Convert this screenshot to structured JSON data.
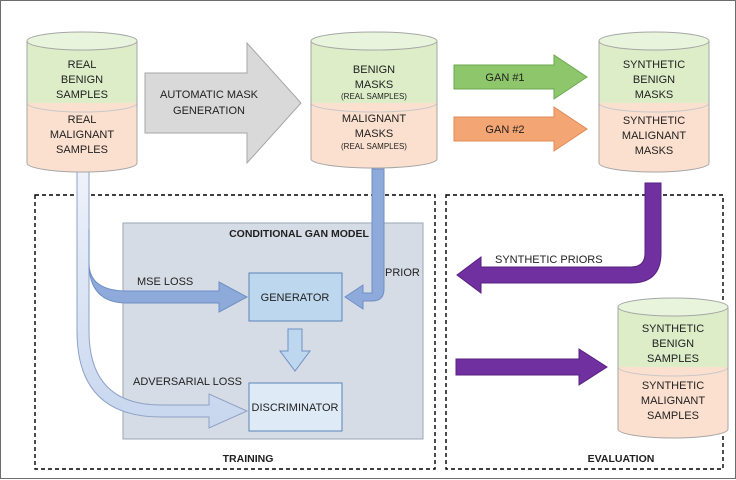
{
  "nodes": {
    "real_benign": [
      "REAL",
      "BENIGN",
      "SAMPLES"
    ],
    "real_malignant": [
      "REAL",
      "MALIGNANT",
      "SAMPLES"
    ],
    "auto_mask": [
      "AUTOMATIC MASK",
      "GENERATION"
    ],
    "benign_masks": [
      "BENIGN",
      "MASKS"
    ],
    "benign_masks_note": "(REAL SAMPLES)",
    "malignant_masks": [
      "MALIGNANT",
      "MASKS"
    ],
    "malignant_masks_note": "(REAL SAMPLES)",
    "gan1": "GAN #1",
    "gan2": "GAN #2",
    "synthetic_benign_masks": [
      "SYNTHETIC",
      "BENIGN",
      "MASKS"
    ],
    "synthetic_malignant_masks": [
      "SYNTHETIC",
      "MALIGNANT",
      "MASKS"
    ],
    "cgan_title": "CONDITIONAL GAN MODEL",
    "generator": "GENERATOR",
    "discriminator": "DISCRIMINATOR",
    "synthetic_benign_samples": [
      "SYNTHETIC",
      "BENIGN",
      "SAMPLES"
    ],
    "synthetic_malignant_samples": [
      "SYNTHETIC",
      "MALIGNANT",
      "SAMPLES"
    ]
  },
  "edges": {
    "mse_loss": "MSE LOSS",
    "prior": "PRIOR",
    "adversarial_loss": "ADVERSARIAL LOSS",
    "synthetic_priors": "SYNTHETIC PRIORS"
  },
  "regions": {
    "training": "TRAINING",
    "evaluation": "EVALUATION"
  },
  "colors": {
    "benign_fill": "#dcedc8",
    "malignant_fill": "#fbe0cf",
    "gan1_arrow": "#8dc66b",
    "gan2_arrow": "#f4a574",
    "gray_arrow": "#d9d9d9",
    "purple_arrow": "#7030a0",
    "blue_arrow": "#8eaadb",
    "light_blue_arrow": "#dae3f3",
    "cgan_panel": "#d6dce5",
    "generator_fill": "#bdd7ee",
    "discriminator_fill": "#deebf7"
  }
}
